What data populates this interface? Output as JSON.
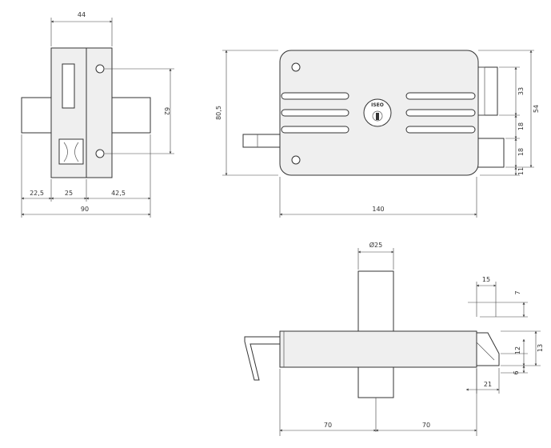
{
  "front_view": {
    "width_top": "44",
    "height_right": "62",
    "bottom_seg_1": "22,5",
    "bottom_seg_2": "25",
    "bottom_seg_3": "42,5",
    "bottom_total": "90"
  },
  "side_view": {
    "height_left": "80,5",
    "width_bottom": "140",
    "right_1": "33",
    "right_total": "54",
    "right_2": "18",
    "right_3": "18",
    "right_4": "11",
    "lock_brand": "ISEO"
  },
  "top_view": {
    "cylinder_diameter": "Ø25",
    "right_top_w": "15",
    "right_top_h": "7",
    "right_mid_1": "12",
    "right_mid_2": "13",
    "right_low": "6",
    "right_bottom_w": "21",
    "bottom_left": "70",
    "bottom_right": "70"
  }
}
